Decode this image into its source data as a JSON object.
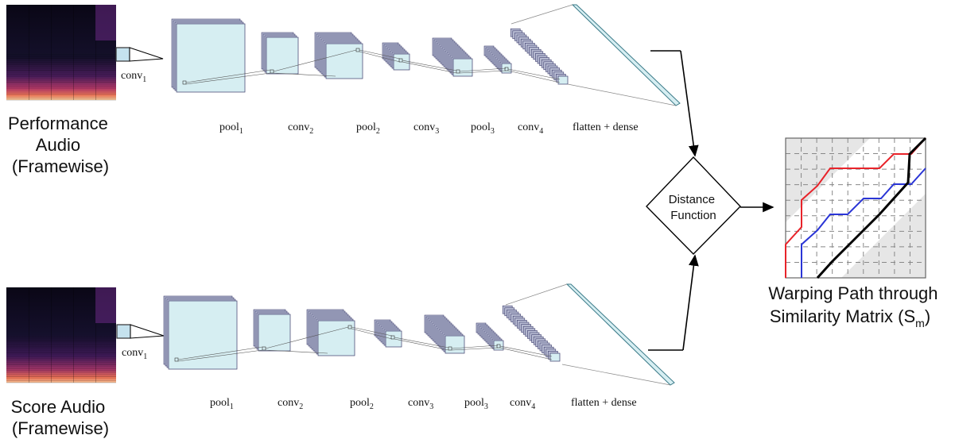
{
  "top_branch": {
    "input_label_lines": [
      "Performance",
      "Audio",
      "(Framewise)"
    ],
    "conv1": {
      "base": "conv",
      "sub": "1"
    },
    "layer_labels": [
      {
        "base": "pool",
        "sub": "1"
      },
      {
        "base": "conv",
        "sub": "2"
      },
      {
        "base": "pool",
        "sub": "2"
      },
      {
        "base": "conv",
        "sub": "3"
      },
      {
        "base": "pool",
        "sub": "3"
      },
      {
        "base": "conv",
        "sub": "4"
      },
      {
        "base": "flatten + dense",
        "sub": ""
      }
    ]
  },
  "bottom_branch": {
    "input_label_lines": [
      "Score Audio",
      "(Framewise)"
    ],
    "conv1": {
      "base": "conv",
      "sub": "1"
    },
    "layer_labels": [
      {
        "base": "pool",
        "sub": "1"
      },
      {
        "base": "conv",
        "sub": "2"
      },
      {
        "base": "pool",
        "sub": "2"
      },
      {
        "base": "conv",
        "sub": "3"
      },
      {
        "base": "pool",
        "sub": "3"
      },
      {
        "base": "conv",
        "sub": "4"
      },
      {
        "base": "flatten + dense",
        "sub": ""
      }
    ]
  },
  "distance_function": {
    "lines": [
      "Distance",
      "Function"
    ]
  },
  "similarity_matrix": {
    "caption_line1": "Warping Path through",
    "caption_line2_base": "Similarity Matrix (S",
    "caption_line2_sub": "m",
    "caption_line2_end": ")",
    "path_colors": {
      "red": "#e8232a",
      "blue": "#2a35d6",
      "black": "#000000"
    }
  },
  "colors": {
    "layer_fill": "#d6eef2",
    "layer_edge": "#3a3a6a",
    "stack_back": "#b9bdd4"
  }
}
